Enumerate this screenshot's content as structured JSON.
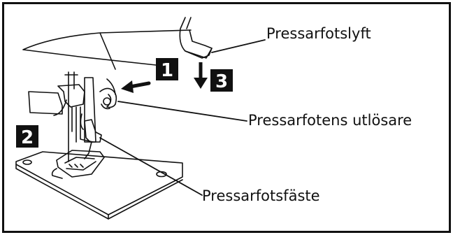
{
  "labels": {
    "presser_foot_lifter": "Pressarfotslyft",
    "presser_foot_release": "Pressarfotens utlösare",
    "presser_foot_holder": "Pressarfotsfäste"
  },
  "steps": {
    "step1": "1",
    "step2": "2",
    "step3": "3"
  },
  "colors": {
    "ink": "#111111",
    "background": "#ffffff"
  }
}
